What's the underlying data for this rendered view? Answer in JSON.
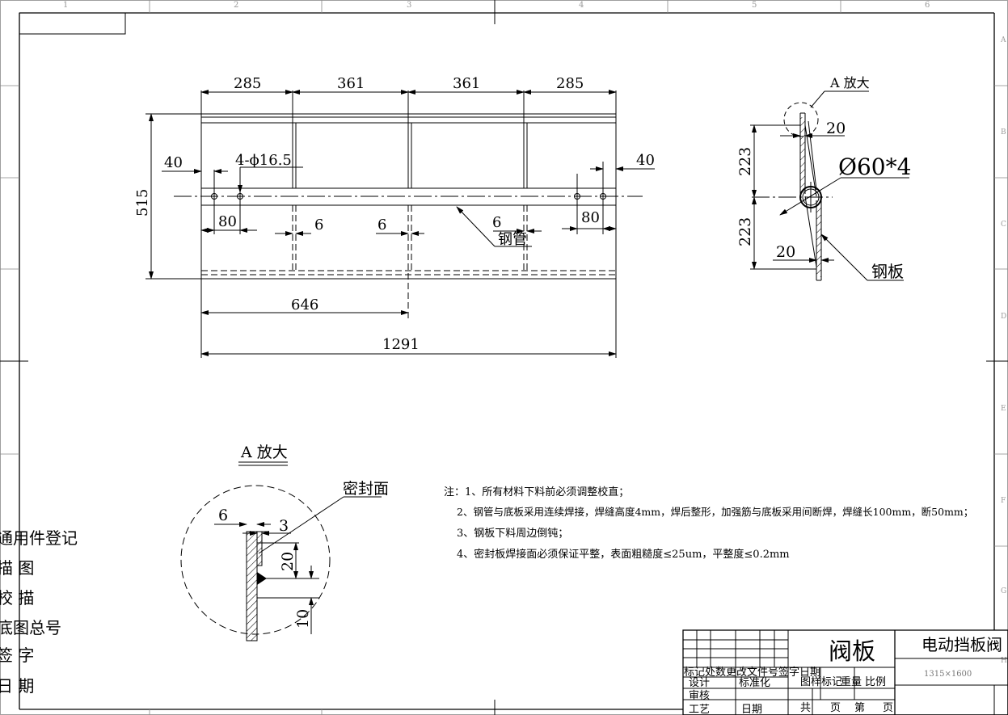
{
  "grid": {
    "columns": [
      "1",
      "2",
      "3",
      "4",
      "5",
      "6"
    ],
    "rows": [
      "A",
      "B",
      "C",
      "D",
      "E",
      "F",
      "G",
      "H"
    ]
  },
  "front_view": {
    "top_dims": [
      "285",
      "361",
      "361",
      "285"
    ],
    "height": "515",
    "hole_label": "4-ϕ16.5",
    "left_offset": "40",
    "right_offset": "40",
    "left_spacing": "80",
    "right_spacing": "80",
    "rib_gaps": [
      "6",
      "6",
      "6"
    ],
    "pipe_label": "钢管",
    "half_length": "646",
    "total_length": "1291"
  },
  "side_view": {
    "callout": "A 放大",
    "top_dim": "223",
    "bottom_dim": "223",
    "top_offset": "20",
    "bottom_offset": "20",
    "pipe_spec": "Ø60*4",
    "plate_label": "钢板"
  },
  "detail": {
    "title": "A 放大",
    "seal_label": "密封面",
    "dim_6": "6",
    "dim_3": "3",
    "dim_20": "20",
    "dim_10": "10"
  },
  "notes": [
    "注：1、所有材料下料前必须调整校直；",
    "2、钢管与底板采用连续焊接，焊缝高度4mm，焊后整形，加强筋与底板采用间断焊，焊缝长100mm，断50mm；",
    "3、钢板下料周边倒钝；",
    "4、密封板焊接面必须保证平整，表面粗糙度≤25um，平整度≤0.2mm"
  ],
  "side_register": [
    "通用件登记",
    "描 图",
    "校 描",
    "底图总号",
    "签 字",
    "日 期"
  ],
  "title_block": {
    "part_name": "阀板",
    "product_name": "电动挡板阀",
    "spec": "1315×1600",
    "change_row": "标记处数更改文件号签字日期",
    "design": "设计",
    "standardize": "标准化",
    "review": "审核",
    "process": "工艺",
    "date": "日期",
    "stage_mark": "图样标记",
    "weight": "重量",
    "scale": "比例",
    "total": "共",
    "sheet": "页",
    "page_of": "第",
    "page": "页"
  }
}
